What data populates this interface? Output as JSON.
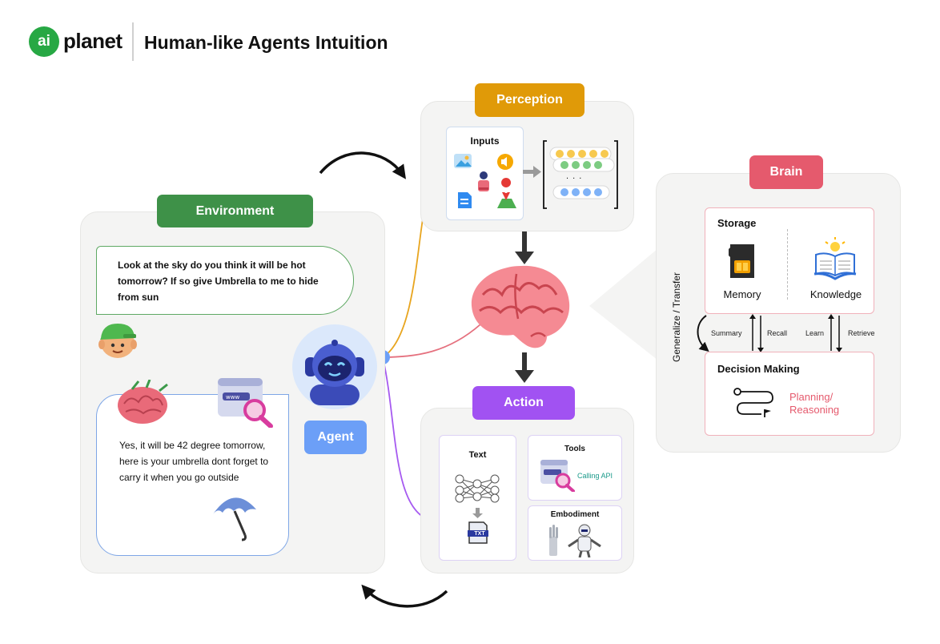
{
  "header": {
    "logo_mark": "ai",
    "logo_text": "planet",
    "title": "Human-like Agents Intuition"
  },
  "environment": {
    "label": "Environment",
    "user_message": "Look at the sky do you think it will be hot tomorrow? If so give Umbrella to me to hide from sun",
    "agent_message": "Yes, it will be 42 degree tomorrow, here is your umbrella dont forget to carry it when you go outside"
  },
  "agent": {
    "label": "Agent"
  },
  "perception": {
    "label": "Perception",
    "inputs_label": "Inputs",
    "ellipsis": ". . ."
  },
  "action": {
    "label": "Action",
    "text_label": "Text",
    "txt_icon_text": "TXT",
    "tools_label": "Tools",
    "calling_api": "Calling API",
    "embodiment_label": "Embodiment"
  },
  "brain": {
    "label": "Brain",
    "storage_label": "Storage",
    "memory_label": "Memory",
    "knowledge_label": "Knowledge",
    "summary_label": "Summary",
    "recall_label": "Recall",
    "learn_label": "Learn",
    "retrieve_label": "Retrieve",
    "generalize_label": "Generalize / Transfer",
    "decision_label": "Decision Making",
    "planning_label": "Planning/ Reasoning"
  },
  "colors": {
    "environment": "#3e9148",
    "perception": "#e09a08",
    "action": "#a152f2",
    "brain": "#e55a6d",
    "agent": "#6c9ff7",
    "logo": "#27a844"
  }
}
